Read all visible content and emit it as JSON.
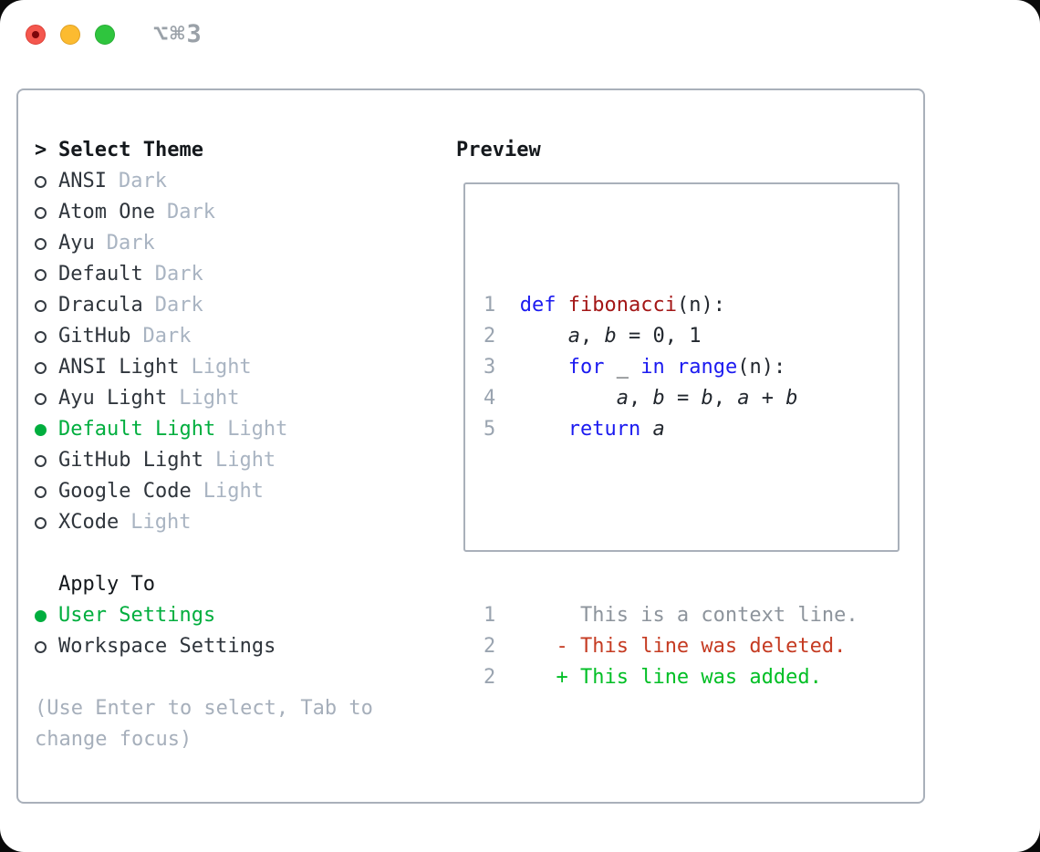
{
  "window": {
    "title": "⌥⌘3",
    "traffic_lights": [
      "close",
      "minimize",
      "zoom"
    ]
  },
  "theme_list": {
    "caret": ">",
    "heading": "Select Theme",
    "items": [
      {
        "name": "ANSI",
        "tag": "Dark",
        "selected": false
      },
      {
        "name": "Atom One",
        "tag": "Dark",
        "selected": false
      },
      {
        "name": "Ayu",
        "tag": "Dark",
        "selected": false
      },
      {
        "name": "Default",
        "tag": "Dark",
        "selected": false
      },
      {
        "name": "Dracula",
        "tag": "Dark",
        "selected": false
      },
      {
        "name": "GitHub",
        "tag": "Dark",
        "selected": false
      },
      {
        "name": "ANSI Light",
        "tag": "Light",
        "selected": false
      },
      {
        "name": "Ayu Light",
        "tag": "Light",
        "selected": false
      },
      {
        "name": "Default Light",
        "tag": "Light",
        "selected": true
      },
      {
        "name": "GitHub Light",
        "tag": "Light",
        "selected": false
      },
      {
        "name": "Google Code",
        "tag": "Light",
        "selected": false
      },
      {
        "name": "XCode",
        "tag": "Light",
        "selected": false
      }
    ]
  },
  "apply_to": {
    "heading": "Apply To",
    "options": [
      {
        "label": "User Settings",
        "selected": true
      },
      {
        "label": "Workspace Settings",
        "selected": false
      }
    ]
  },
  "help": {
    "text": "(Use Enter to select, Tab to change focus)"
  },
  "preview": {
    "heading": "Preview",
    "code": [
      {
        "num": "1",
        "tokens": [
          [
            "kw",
            "def"
          ],
          [
            "pl",
            " "
          ],
          [
            "fn",
            "fibonacci"
          ],
          [
            "pl",
            "(n):"
          ]
        ]
      },
      {
        "num": "2",
        "tokens": [
          [
            "pl",
            "    "
          ],
          [
            "var",
            "a"
          ],
          [
            "pl",
            ", "
          ],
          [
            "var",
            "b"
          ],
          [
            "pl",
            " = 0, 1"
          ]
        ]
      },
      {
        "num": "3",
        "tokens": [
          [
            "pl",
            "    "
          ],
          [
            "kw",
            "for"
          ],
          [
            "pl",
            " _ "
          ],
          [
            "kw",
            "in"
          ],
          [
            "pl",
            " "
          ],
          [
            "kw",
            "range"
          ],
          [
            "pl",
            "(n):"
          ]
        ]
      },
      {
        "num": "4",
        "tokens": [
          [
            "pl",
            "        "
          ],
          [
            "var",
            "a"
          ],
          [
            "pl",
            ", "
          ],
          [
            "var",
            "b"
          ],
          [
            "pl",
            " = "
          ],
          [
            "var",
            "b"
          ],
          [
            "pl",
            ", "
          ],
          [
            "var",
            "a"
          ],
          [
            "pl",
            " + "
          ],
          [
            "var",
            "b"
          ]
        ]
      },
      {
        "num": "5",
        "tokens": [
          [
            "pl",
            "    "
          ],
          [
            "kw",
            "return"
          ],
          [
            "pl",
            " "
          ],
          [
            "var",
            "a"
          ]
        ]
      }
    ],
    "diff": [
      {
        "num": "1",
        "type": "ctx",
        "text": "     This is a context line."
      },
      {
        "num": "2",
        "type": "del",
        "text": "   - This line was deleted."
      },
      {
        "num": "2",
        "type": "add",
        "text": "   + This line was added."
      }
    ]
  },
  "colors": {
    "selection_green": "#00ae3e",
    "diff_added_green": "#00bf25",
    "diff_deleted_red": "#c53b22",
    "diff_context_gray": "#8d949c",
    "keyword_blue": "#1b1af0",
    "function_maroon": "#a31616",
    "line_number_gray": "#9aa4b0",
    "tag_gray": "#a9b4c2",
    "help_gray": "#a6afbb",
    "border_gray": "#a9b0ba",
    "text_dark": "#2f353c",
    "traffic_red": "#f4574e",
    "traffic_yellow": "#fcbb30",
    "traffic_green": "#2fc53e"
  }
}
